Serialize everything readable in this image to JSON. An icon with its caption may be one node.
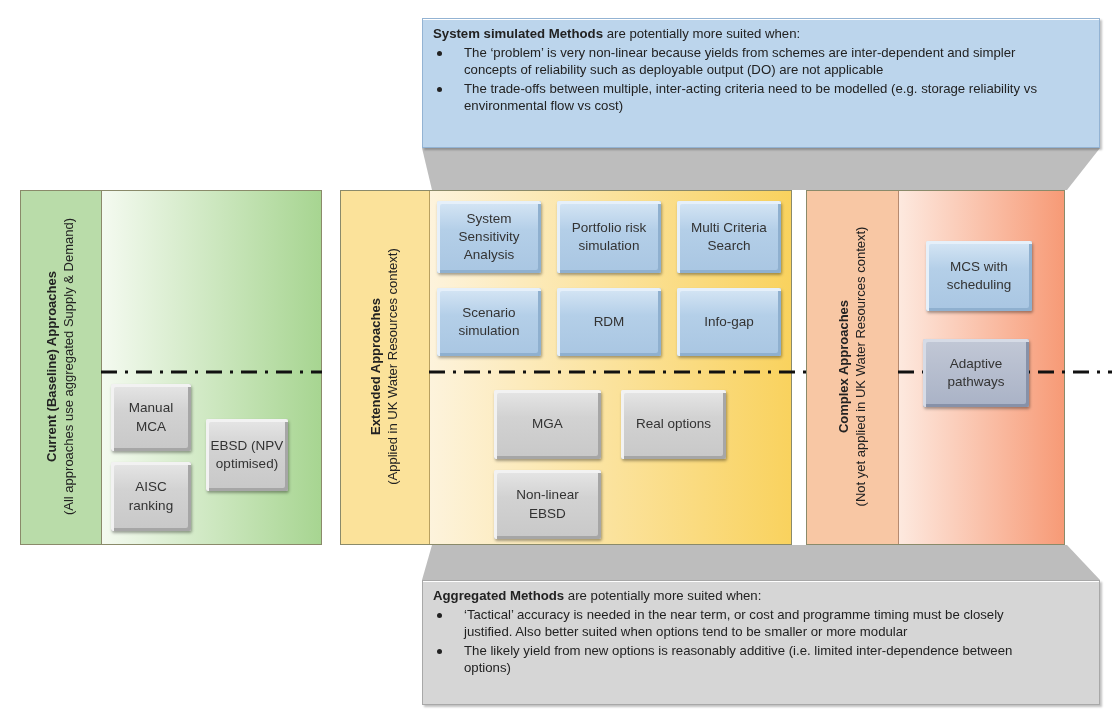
{
  "diagram": {
    "nodes": [
      {
        "text": [
          "**System simulated Methods** are potentially more suited when:",
          "The ‘problem’ is very non-linear because yields from schemes are inter-dependent and simpler concepts of reliability such as deployable output (DO) are not applicable",
          "The trade-offs between multiple, inter-acting criteria need to be modelled (e.g. storage reliability vs environmental flow vs cost)"
        ]
      },
      {
        "text": [],
        "shape": "trapezoid"
      },
      {
        "text": [
          "Current (Baseline) Approaches",
          "(All approaches use aggregated Supply & Demand)"
        ]
      },
      {
        "text": [
          "Manual MCA"
        ],
        "in": 2
      },
      {
        "text": [
          "EBSD (NPV optimised)"
        ],
        "in": 2
      },
      {
        "text": [
          "AISC ranking"
        ],
        "in": 2
      },
      {
        "text": [
          "Extended Approaches",
          "(Applied in UK Water Resources context)"
        ]
      },
      {
        "text": [
          "System Sensitivity Analysis"
        ],
        "in": 6
      },
      {
        "text": [
          "Portfolio risk simulation"
        ],
        "in": 6
      },
      {
        "text": [
          "Multi Criteria Search"
        ],
        "in": 6
      },
      {
        "text": [
          "Scenario simulation"
        ],
        "in": 6
      },
      {
        "text": [
          "RDM"
        ],
        "in": 6
      },
      {
        "text": [
          "Info-gap"
        ],
        "in": 6
      },
      {
        "text": [
          "MGA"
        ],
        "in": 6
      },
      {
        "text": [
          "Real options"
        ],
        "in": 6
      },
      {
        "text": [
          "Non-linear EBSD"
        ],
        "in": 6
      },
      {
        "text": [
          "Complex Approaches",
          "(Not yet applied in UK Water Resources context)"
        ]
      },
      {
        "text": [
          "MCS with scheduling"
        ],
        "in": 16
      },
      {
        "text": [
          "Adaptive pathways"
        ],
        "in": 16
      },
      {
        "text": [],
        "shape": "trapezoid"
      },
      {
        "text": [
          "**Aggregated Methods** are potentially more suited when:",
          "‘Tactical’ accuracy is needed in the near term, or cost and programme timing must be closely justified. Also better suited when options tend to be smaller or more modular",
          "The likely yield from new options is reasonably additive (i.e. limited inter-dependence between options)"
        ]
      }
    ]
  }
}
